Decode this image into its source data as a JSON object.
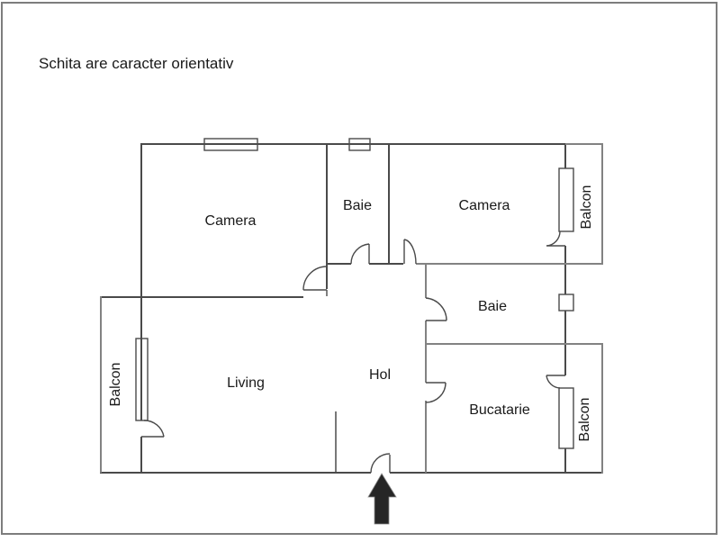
{
  "title": "Schita are caracter orientativ",
  "floor_plan": {
    "rooms": [
      {
        "id": "camera-left",
        "label": "Camera"
      },
      {
        "id": "baie-top",
        "label": "Baie"
      },
      {
        "id": "camera-right",
        "label": "Camera"
      },
      {
        "id": "balcon-top-right",
        "label": "Balcon"
      },
      {
        "id": "baie-right",
        "label": "Baie"
      },
      {
        "id": "living",
        "label": "Living"
      },
      {
        "id": "hol",
        "label": "Hol"
      },
      {
        "id": "bucatarie",
        "label": "Bucatarie"
      },
      {
        "id": "balcon-left",
        "label": "Balcon"
      },
      {
        "id": "balcon-bottom-right",
        "label": "Balcon"
      }
    ],
    "entrance": {
      "symbol": "arrow-up"
    }
  },
  "colors": {
    "background": "#ffffff",
    "wall_primary": "#4a4a4a",
    "wall_secondary": "#828282",
    "text": "#1a1a1a",
    "arrow": "#262626",
    "frame_border": "#7d7d7d"
  }
}
